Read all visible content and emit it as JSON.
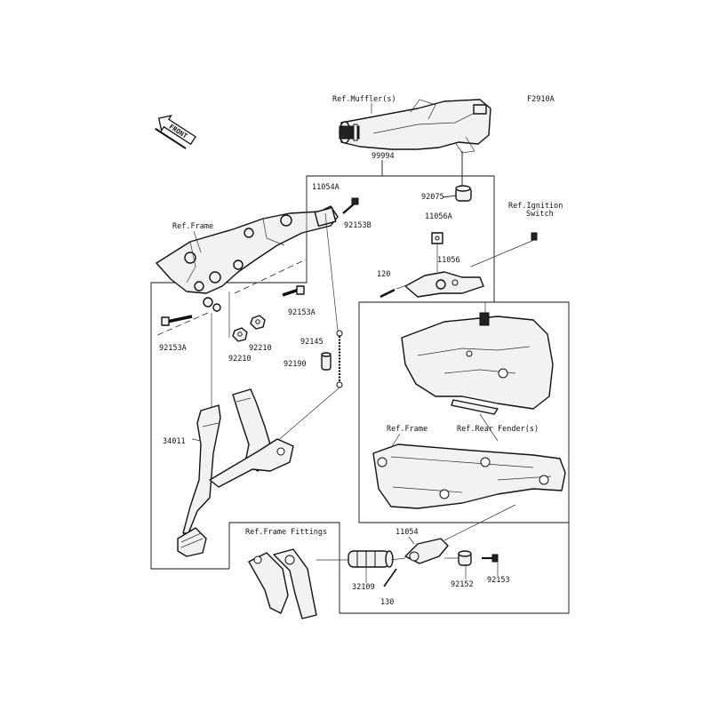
{
  "diagram_code": "F2910A",
  "front_arrow_label": "FRONT",
  "refs": {
    "muffler": "Ref.Muffler(s)",
    "frame_top": "Ref.Frame",
    "ignition_line1": "Ref.Ignition",
    "ignition_line2": "Switch",
    "frame_mid": "Ref.Frame",
    "rear_fender": "Ref.Rear Fender(s)",
    "frame_fittings": "Ref.Frame Fittings"
  },
  "parts": {
    "p99994": "99994",
    "p92075": "92075",
    "p11054A": "11054A",
    "p92153B": "92153B",
    "p11056A": "11056A",
    "p120": "120",
    "p11056": "11056",
    "p92153A_right": "92153A",
    "p92153A_left": "92153A",
    "p92210_right": "92210",
    "p92210_left": "92210",
    "p92145": "92145",
    "p92190": "92190",
    "p34011": "34011",
    "p11054": "11054",
    "p32109": "32109",
    "p92152": "92152",
    "p92153": "92153",
    "p130": "130"
  }
}
